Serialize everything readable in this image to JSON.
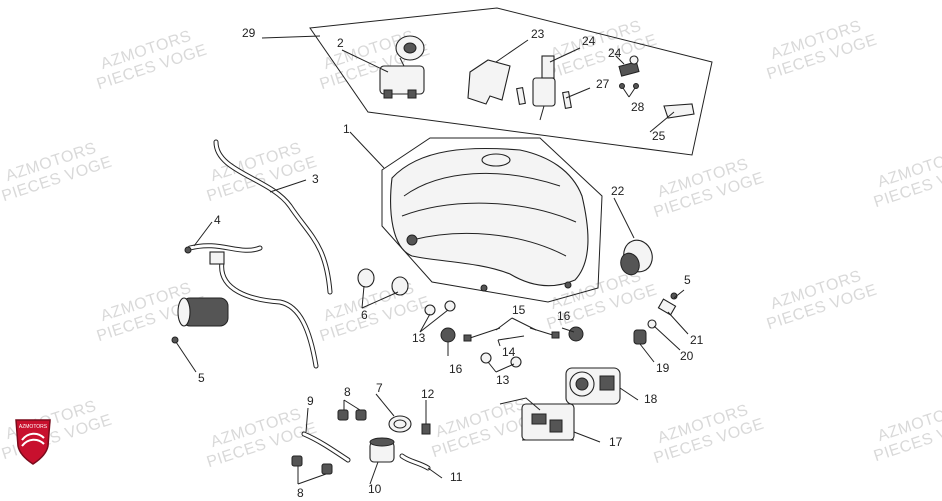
{
  "watermark": {
    "line1": "AZMOTORS",
    "line2": "PIECES VOGE"
  },
  "logo": {
    "text": "AZMOTORS",
    "color": "#c8102e"
  },
  "callouts": [
    {
      "id": "29",
      "label": "29"
    },
    {
      "id": "2",
      "label": "2"
    },
    {
      "id": "23",
      "label": "23"
    },
    {
      "id": "24a",
      "label": "24"
    },
    {
      "id": "24b",
      "label": "24"
    },
    {
      "id": "27",
      "label": "27"
    },
    {
      "id": "28",
      "label": "28"
    },
    {
      "id": "25",
      "label": "25"
    },
    {
      "id": "1",
      "label": "1"
    },
    {
      "id": "3",
      "label": "3"
    },
    {
      "id": "4",
      "label": "4"
    },
    {
      "id": "5a",
      "label": "5"
    },
    {
      "id": "5b",
      "label": "5"
    },
    {
      "id": "6",
      "label": "6"
    },
    {
      "id": "22",
      "label": "22"
    },
    {
      "id": "13a",
      "label": "13"
    },
    {
      "id": "15",
      "label": "15"
    },
    {
      "id": "16a",
      "label": "16"
    },
    {
      "id": "16b",
      "label": "16"
    },
    {
      "id": "14",
      "label": "14"
    },
    {
      "id": "13b",
      "label": "13"
    },
    {
      "id": "21",
      "label": "21"
    },
    {
      "id": "20",
      "label": "20"
    },
    {
      "id": "19",
      "label": "19"
    },
    {
      "id": "18",
      "label": "18"
    },
    {
      "id": "17",
      "label": "17"
    },
    {
      "id": "9",
      "label": "9"
    },
    {
      "id": "8a",
      "label": "8"
    },
    {
      "id": "8b",
      "label": "8"
    },
    {
      "id": "7",
      "label": "7"
    },
    {
      "id": "12",
      "label": "12"
    },
    {
      "id": "10",
      "label": "10"
    },
    {
      "id": "11",
      "label": "11"
    }
  ]
}
